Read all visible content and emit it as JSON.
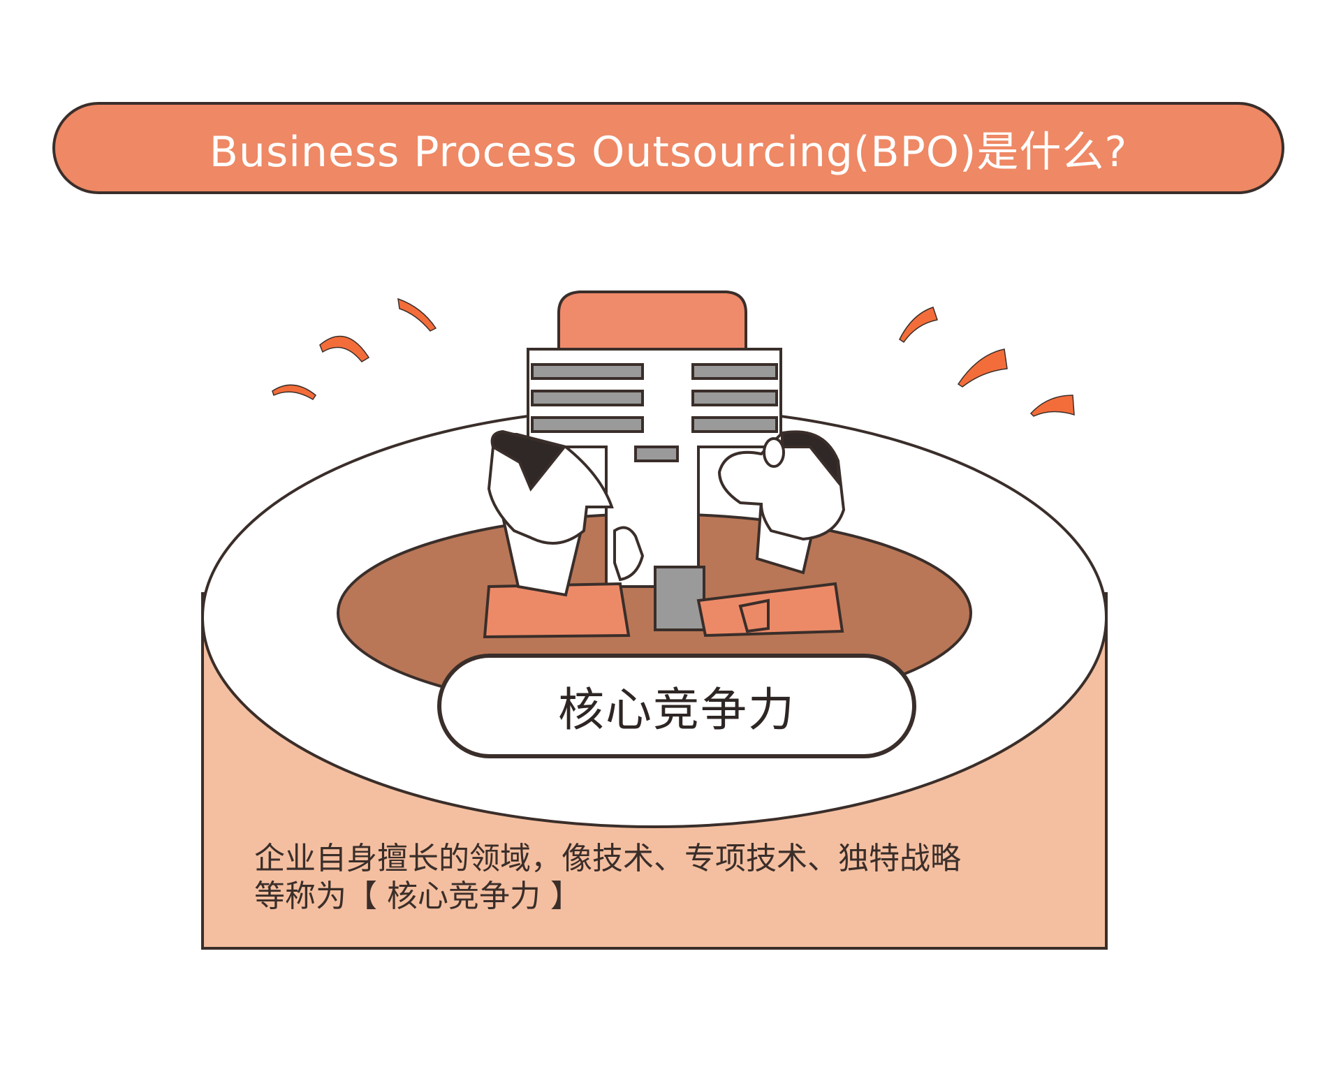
{
  "title": "Business Process Outsourcing(BPO)是什么?",
  "core_label": "核心竞争力",
  "description": {
    "line1": "企业自身擅长的领域，像技术、专项技术、独特战略",
    "line2": "等称为【 核心竞争力 】"
  },
  "colors": {
    "accent": "#ee8865",
    "outline": "#3a2e2a",
    "cylinder_side": "#f4bfa0",
    "inner_well": "#b97757",
    "building_top": "#ef8a6a",
    "window_stripe": "#9a9a9a",
    "suit": "#ec8a68",
    "spark": "#f36d3a"
  },
  "icons": [
    "building-icon",
    "businessman-icon",
    "spark-icon"
  ]
}
